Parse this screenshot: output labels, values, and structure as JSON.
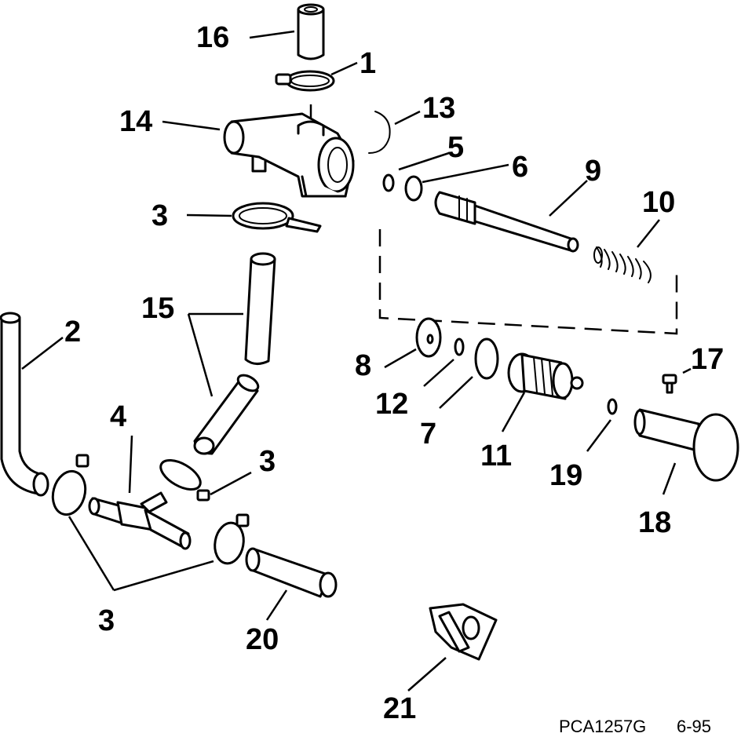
{
  "callouts": {
    "c1": "1",
    "c2": "2",
    "c3a": "3",
    "c3b": "3",
    "c3c": "3",
    "c4": "4",
    "c5": "5",
    "c6": "6",
    "c7": "7",
    "c8": "8",
    "c9": "9",
    "c10": "10",
    "c11": "11",
    "c12": "12",
    "c13": "13",
    "c14": "14",
    "c15": "15",
    "c16": "16",
    "c17": "17",
    "c18": "18",
    "c19": "19",
    "c20": "20",
    "c21": "21"
  },
  "footer": {
    "code": "PCA1257G",
    "date": "6-95"
  }
}
